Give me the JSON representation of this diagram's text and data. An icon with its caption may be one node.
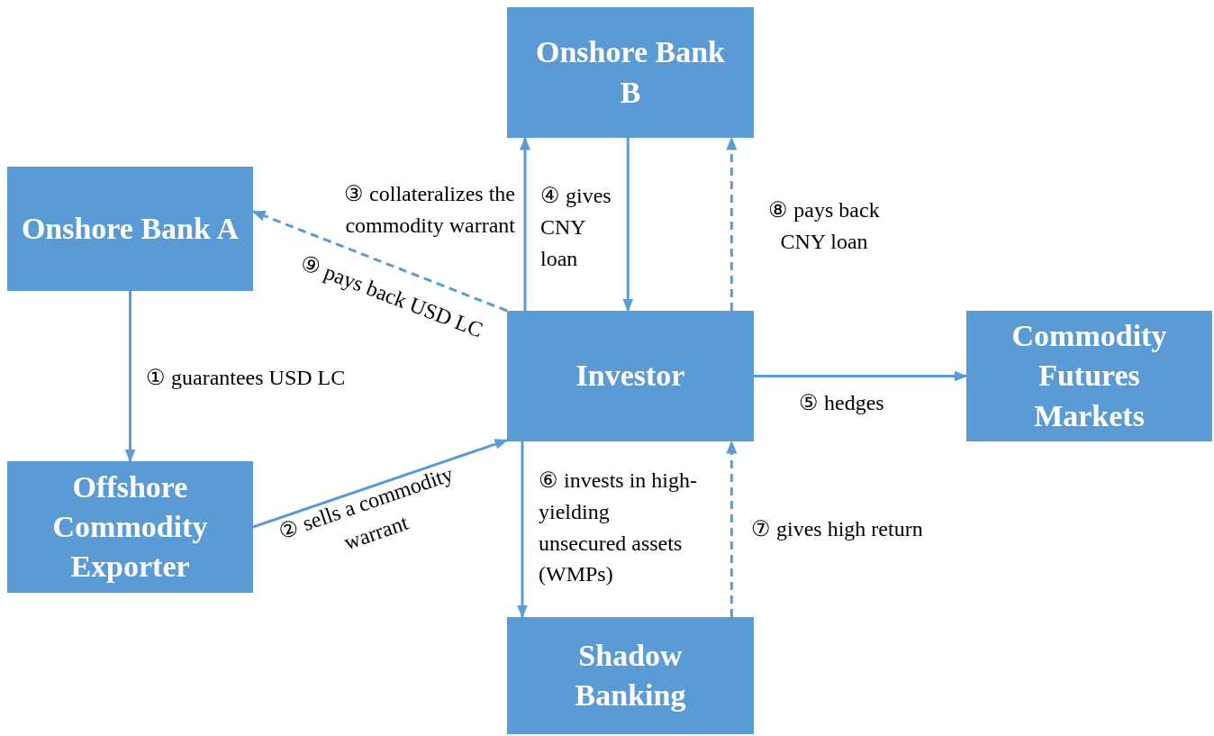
{
  "diagram": {
    "nodes": [
      {
        "text": [
          "Onshore Bank B"
        ]
      },
      {
        "text": [
          "Onshore Bank A"
        ]
      },
      {
        "text": [
          "Investor"
        ]
      },
      {
        "text": [
          "Commodity Futures Markets"
        ]
      },
      {
        "text": [
          "Offshore Commodity Exporter"
        ]
      },
      {
        "text": [
          "Shadow Banking"
        ]
      }
    ],
    "edges": [
      {
        "from": 1,
        "to": 4,
        "arrow": "to",
        "label": "① guarantees USD LC"
      },
      {
        "from": 4,
        "to": 2,
        "arrow": "to",
        "label": "② sells a commodity warrant"
      },
      {
        "from": 2,
        "to": 0,
        "arrow": "to",
        "label": "③ collateralizes the commodity warrant"
      },
      {
        "from": 0,
        "to": 2,
        "arrow": "to",
        "label": "④ gives CNY loan"
      },
      {
        "from": 2,
        "to": 3,
        "arrow": "to",
        "label": "⑤ hedges"
      },
      {
        "from": 2,
        "to": 5,
        "arrow": "to",
        "label": "⑥ invests in high-yielding unsecured assets (WMPs)"
      },
      {
        "from": 5,
        "to": 2,
        "arrow": "to",
        "label": "⑦ gives high return",
        "style": "dashed"
      },
      {
        "from": 2,
        "to": 0,
        "arrow": "to",
        "label": "⑧ pays back CNY loan",
        "style": "dashed"
      },
      {
        "from": 2,
        "to": 1,
        "arrow": "to",
        "label": "⑨ pays back USD LC",
        "style": "dashed"
      }
    ]
  }
}
